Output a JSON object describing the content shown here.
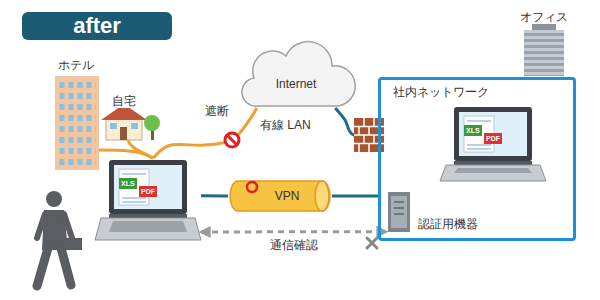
{
  "diagram": {
    "nodes": [
      {
        "text": [
          "after"
        ]
      },
      {
        "text": [
          "Internet"
        ]
      },
      {
        "text": [
          "社内ネットワーク"
        ]
      },
      {
        "text": [
          "XLS",
          "PDF"
        ],
        "in": 2
      },
      {
        "text": [
          "認証用機器"
        ],
        "in": 2
      },
      {
        "text": [
          "XLS",
          "PDF"
        ]
      },
      {
        "text": [
          "VPN"
        ]
      }
    ],
    "edges": [
      {
        "from": 5,
        "to": 6,
        "arrow": "none"
      },
      {
        "from": 6,
        "to": 2,
        "arrow": "none"
      },
      {
        "from": 1,
        "to": 2,
        "arrow": "none"
      },
      {
        "from": 5,
        "to": 1,
        "arrow": "none"
      },
      {
        "from": 5,
        "to": 4,
        "arrow": "both",
        "label": "通信確認"
      }
    ],
    "labels": [
      "ホテル",
      "自宅",
      "オフィス",
      "遮断",
      "有線 LAN"
    ]
  }
}
